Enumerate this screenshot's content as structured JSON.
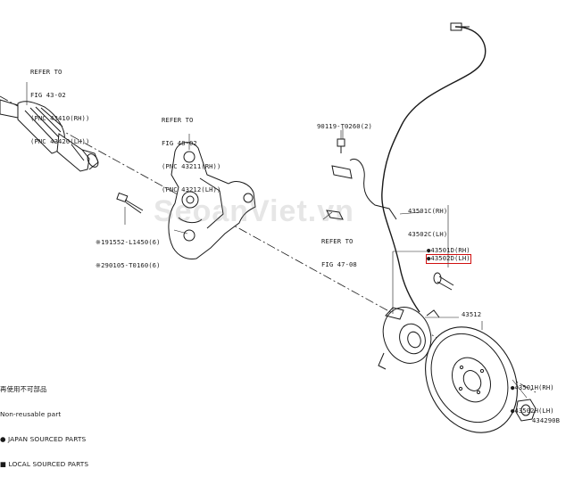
{
  "labels": {
    "driveshaft_ref": [
      "REFER TO",
      "FIG 43-02",
      "(PNC 43410(RH))",
      "(PNC 43420(LH))"
    ],
    "knuckle_ref": [
      "REFER TO",
      "FIG 48-02",
      "(PNC 43211(RH))",
      "(PNC 43212(LH))"
    ],
    "bolt_90119": "90119-T0260(2)",
    "sensor_ref": [
      "REFER TO",
      "FIG 47-08"
    ],
    "bolt_notes": [
      "※191552-L1450(6)",
      "※290105-T0160(6)"
    ],
    "hub_assy": [
      "43501C(RH)",
      "43502C(LH)"
    ],
    "hub_bearing_rh": "●43501D(RH)",
    "hub_bearing_lh": "●43502D(LH)",
    "disc": "43512",
    "nut_rh": "●43501H(RH)",
    "nut_lh": "●43502H(LH)",
    "figure_id": "434290B"
  },
  "legend": {
    "note1_jp": "再使用不可部品",
    "note1_en": "Non-reusable part",
    "note2": "● JAPAN SOURCED PARTS",
    "note3": "■ LOCAL SOURCED PARTS"
  },
  "watermark": "SeoanViet.vn",
  "colors": {
    "line": "#1a1a1a",
    "highlight": "#d01010"
  }
}
